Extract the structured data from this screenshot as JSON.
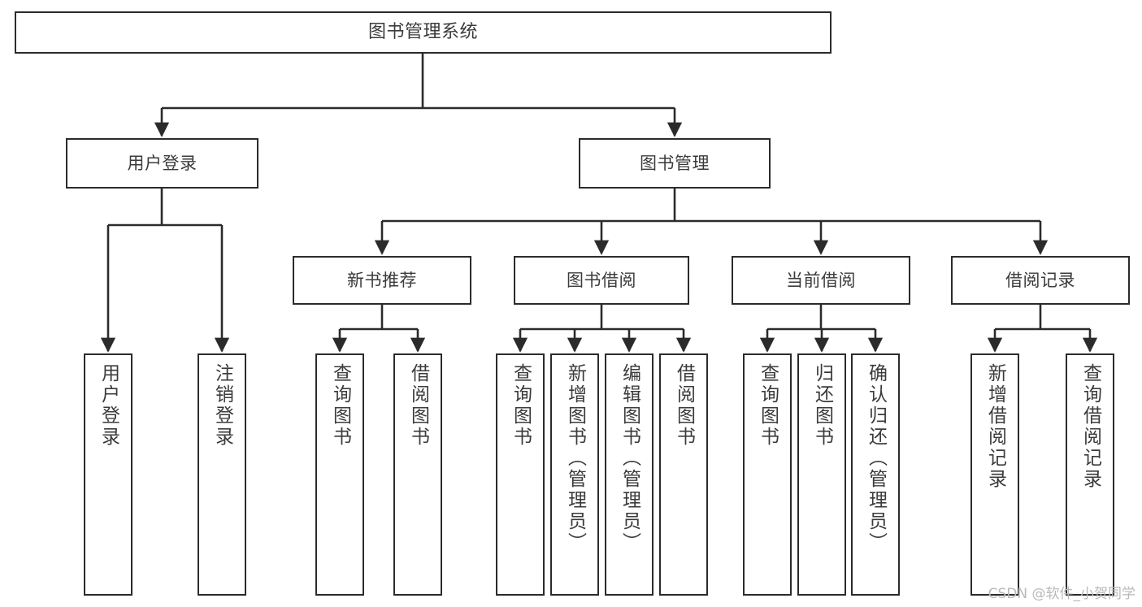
{
  "diagram": {
    "title": "图书管理系统",
    "type": "tree-hierarchy-diagram",
    "colors": {
      "background": "#ffffff",
      "box_border": "#2b2b2b",
      "box_fill": "#ffffff",
      "text": "#3b3b3b",
      "edge": "#2b2b2b",
      "watermark": "#b9b9b9"
    },
    "root": {
      "label": "图书管理系统"
    },
    "level2": [
      {
        "label": "用户登录"
      },
      {
        "label": "图书管理"
      }
    ],
    "level3": [
      {
        "label": "新书推荐"
      },
      {
        "label": "图书借阅"
      },
      {
        "label": "当前借阅"
      },
      {
        "label": "借阅记录"
      }
    ],
    "leaves": {
      "user_login": [
        {
          "label": "用户登录"
        },
        {
          "label": "注销登录"
        }
      ],
      "new_book_recommend": [
        {
          "label": "查询图书"
        },
        {
          "label": "借阅图书"
        }
      ],
      "book_borrow": [
        {
          "label": "查询图书"
        },
        {
          "label": "新增图书（管理员）"
        },
        {
          "label": "编辑图书（管理员）"
        },
        {
          "label": "借阅图书"
        }
      ],
      "current_borrow": [
        {
          "label": "查询图书"
        },
        {
          "label": "归还图书"
        },
        {
          "label": "确认归还（管理员）"
        }
      ],
      "borrow_record": [
        {
          "label": "新增借阅记录"
        },
        {
          "label": "查询借阅记录"
        }
      ]
    }
  },
  "watermark": {
    "text": "CSDN @软件_小贺同学"
  }
}
